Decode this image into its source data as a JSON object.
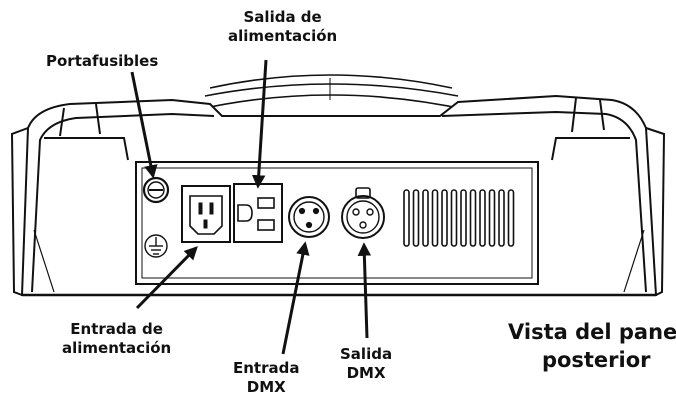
{
  "labels": {
    "fuse_holder": "Portafusibles",
    "power_out_line1": "Salida de",
    "power_out_line2": "alimentación",
    "power_in_line1": "Entrada de",
    "power_in_line2": "alimentación",
    "dmx_in_line1": "Entrada",
    "dmx_in_line2": "DMX",
    "dmx_out_line1": "Salida",
    "dmx_out_line2": "DMX"
  },
  "title": {
    "line1": "Vista del panel",
    "line2": "posterior"
  },
  "icons": [
    "fuse-holder-icon",
    "iec-inlet-icon",
    "power-outlet-icon",
    "dmx-in-connector-icon",
    "dmx-out-connector-icon",
    "ground-symbol-icon",
    "vent-slots-icon"
  ],
  "colors": {
    "line": "#111111",
    "panel_fill": "#ffffff"
  }
}
